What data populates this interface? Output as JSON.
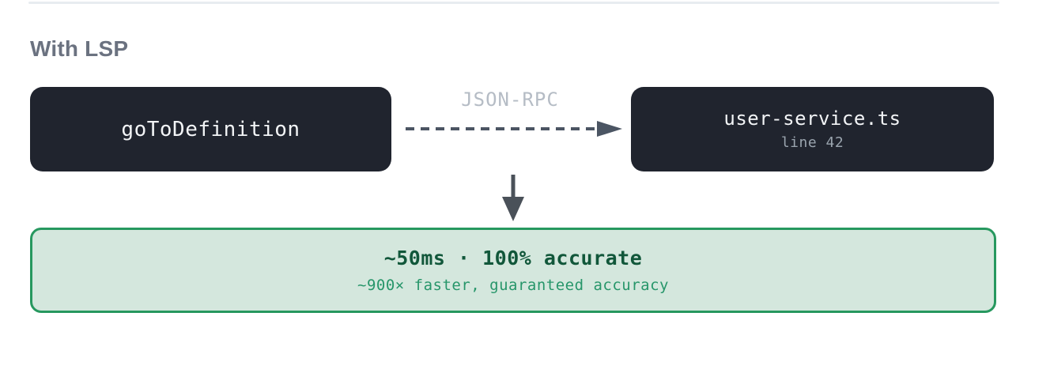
{
  "heading": {
    "title": "With LSP"
  },
  "nodes": {
    "left": {
      "label": "goToDefinition"
    },
    "right": {
      "title": "user-service.ts",
      "subtitle": "line 42"
    }
  },
  "connector": {
    "label": "JSON-RPC"
  },
  "result": {
    "title": "~50ms · 100% accurate",
    "subtitle": "~900× faster, guaranteed accuracy"
  },
  "icons": {
    "dashed_arrow": "dashed-arrow-icon",
    "down_arrow": "down-arrow-icon"
  },
  "colors": {
    "page_bg": "#ffffff",
    "divider": "#e8ecf0",
    "heading_text": "#6b7280",
    "node_bg": "#20242e",
    "node_text": "#f2f4f6",
    "node_subtext": "#9aa4ae",
    "connector_label": "#b5bcc5",
    "arrow": "#4b5563",
    "down_arrow": "#4a5159",
    "result_bg": "#d4e7dd",
    "result_border": "#27985f",
    "result_title": "#11573a",
    "result_subtitle": "#27966a"
  }
}
